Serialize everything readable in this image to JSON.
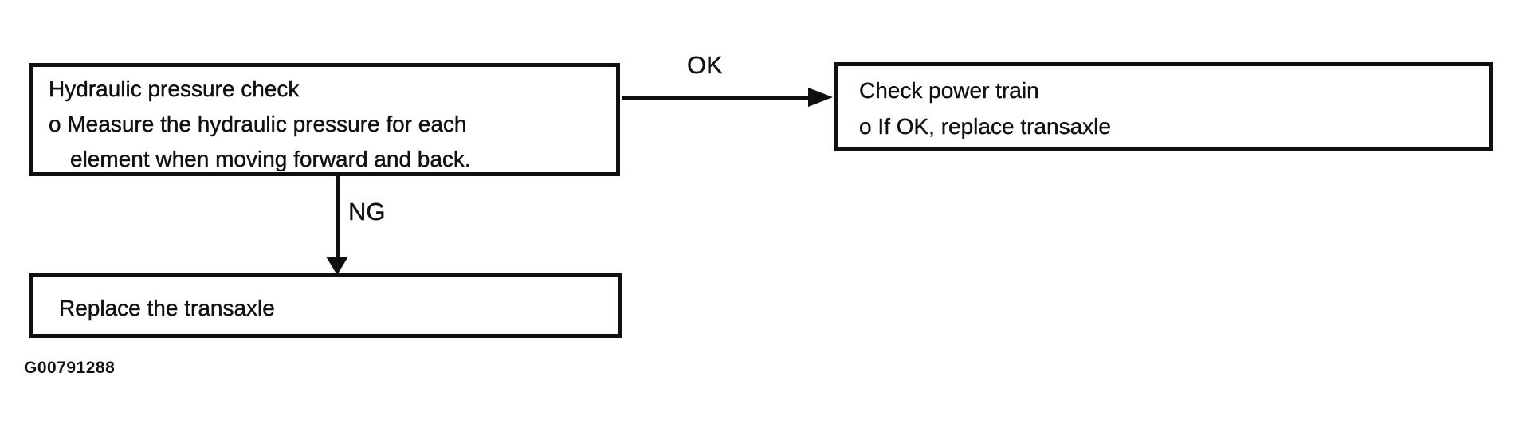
{
  "diagram": {
    "type": "flowchart",
    "colors": {
      "ink": "#101010",
      "background": "#ffffff"
    },
    "nodes": {
      "hydraulic_check": {
        "line1": "Hydraulic pressure check",
        "line2": "o Measure the hydraulic pressure for each",
        "line3": "element when moving forward and back."
      },
      "check_power_train": {
        "line1": "Check power train",
        "line2": "o If OK, replace transaxle"
      },
      "replace_transaxle": {
        "line1": "Replace the transaxle"
      }
    },
    "edges": {
      "ok": {
        "label": "OK",
        "from": "hydraulic_check",
        "to": "check_power_train",
        "direction": "right"
      },
      "ng": {
        "label": "NG",
        "from": "hydraulic_check",
        "to": "replace_transaxle",
        "direction": "down"
      }
    },
    "figure_code": "G00791288"
  }
}
